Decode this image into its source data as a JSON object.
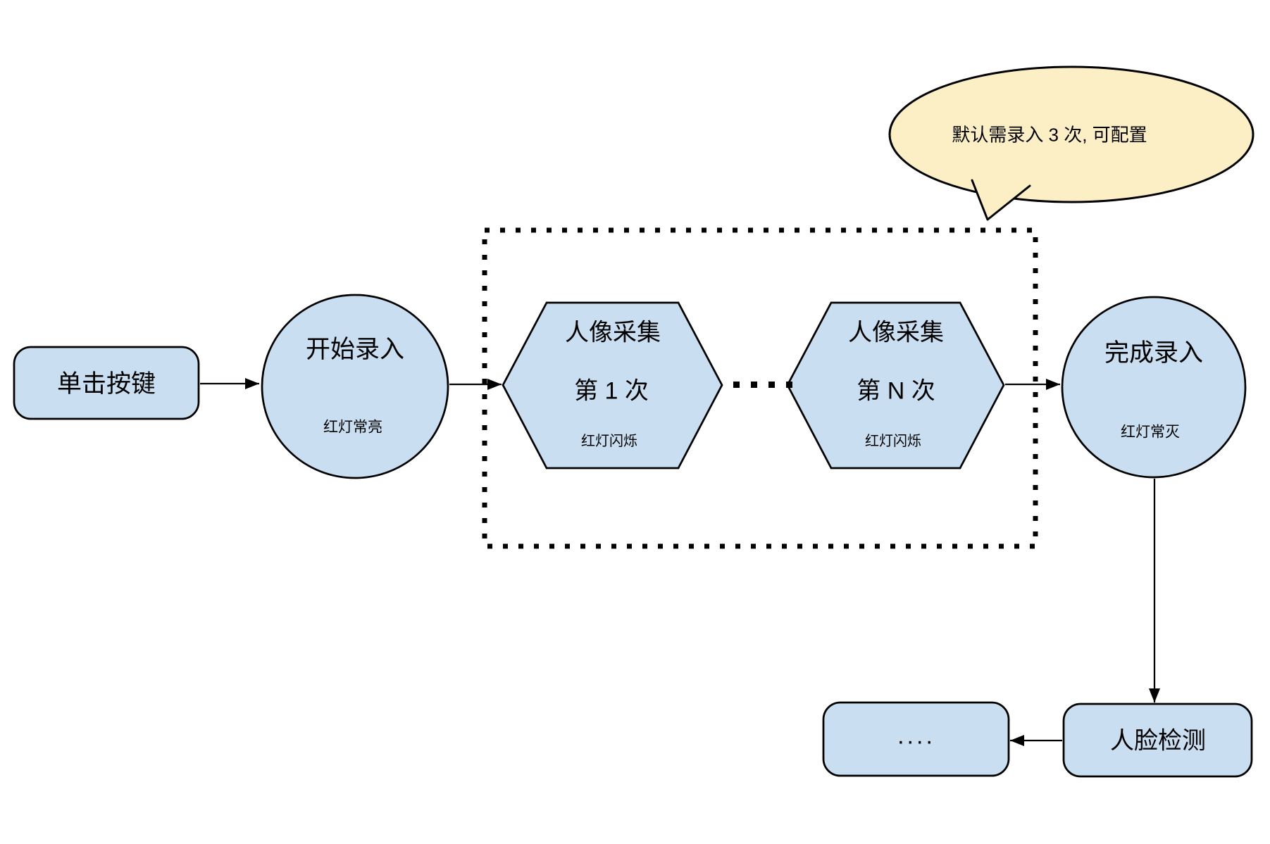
{
  "diagram": {
    "nodes": {
      "click_button": {
        "label": "单击按键"
      },
      "start_entry": {
        "title": "开始录入",
        "subtitle": "红灯常亮"
      },
      "capture_first": {
        "line1": "人像采集",
        "line2": "第 1 次",
        "subtitle": "红灯闪烁"
      },
      "capture_nth": {
        "line1": "人像采集",
        "line2": "第 N 次",
        "subtitle": "红灯闪烁"
      },
      "finish_entry": {
        "title": "完成录入",
        "subtitle": "红灯常灭"
      },
      "face_detection": {
        "label": "人脸检测"
      },
      "continuation": {
        "label": "...."
      }
    },
    "callout": {
      "text": "默认需录入 3 次, 可配置"
    },
    "colors": {
      "node_fill": "#C9DEF1",
      "node_stroke": "#000000",
      "callout_fill": "#FCEEC5",
      "background": "#FFFFFF"
    }
  }
}
